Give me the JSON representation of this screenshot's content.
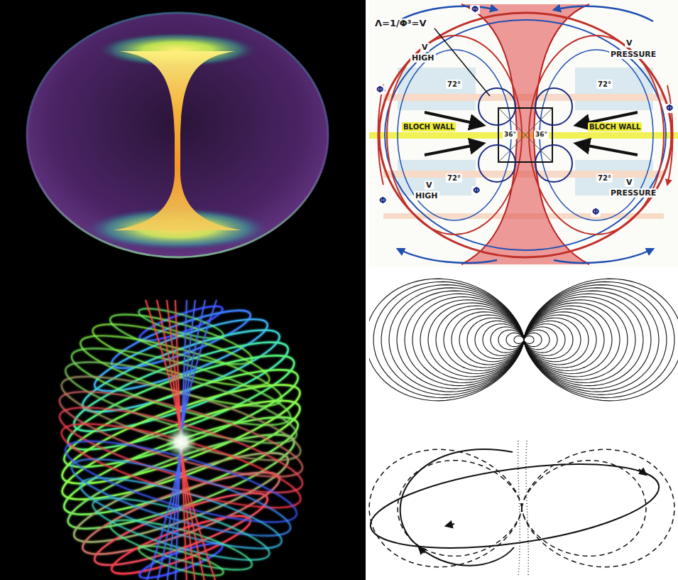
{
  "diagram": {
    "labels": [
      "Λ=1/Φ³=V",
      "V",
      "HIGH",
      "V",
      "PRESSURE",
      "BLOCH WALL",
      "BLOCH WALL",
      "V",
      "HIGH",
      "V",
      "PRESSURE",
      "Φ",
      "Φ",
      "Φ",
      "Φ",
      "Φ",
      "Φ",
      "72°",
      "72°",
      "72°",
      "72°",
      "36°",
      "36°"
    ]
  }
}
